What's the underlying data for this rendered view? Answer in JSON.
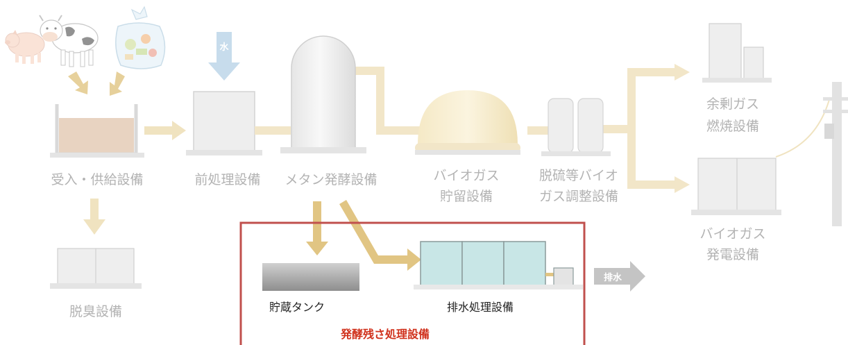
{
  "colors": {
    "faded_label": "#b3b3b3",
    "pipe": "#f2e6c8",
    "flow_arrow": "#e1c583",
    "highlight_frame": "#c0504d",
    "highlight_text": "#d0311c",
    "water_arrow": "#c7dcec",
    "effluent_arrow": "#c4c4c4",
    "treatment_tank": "#c8e6e6"
  },
  "icons": [
    "cow-icon",
    "pig-icon",
    "food-waste-bag-icon"
  ],
  "labels": {
    "receiving": "受入・供給設備",
    "pretreatment": "前処理設備",
    "methane": "メタン発酵設備",
    "storage_l1": "バイオガス",
    "storage_l2": "貯留設備",
    "desulfur_l1": "脱硫等バイオ",
    "desulfur_l2": "ガス調整設備",
    "surplus_l1": "余剰ガス",
    "surplus_l2": "燃焼設備",
    "power_l1": "バイオガス",
    "power_l2": "発電設備",
    "deodor": "脱臭設備",
    "water_tag": "水",
    "tank": "貯蔵タンク",
    "wastewater": "排水処理設備",
    "residue_section": "発酵残さ処理設備",
    "effluent_tag": "排水"
  }
}
